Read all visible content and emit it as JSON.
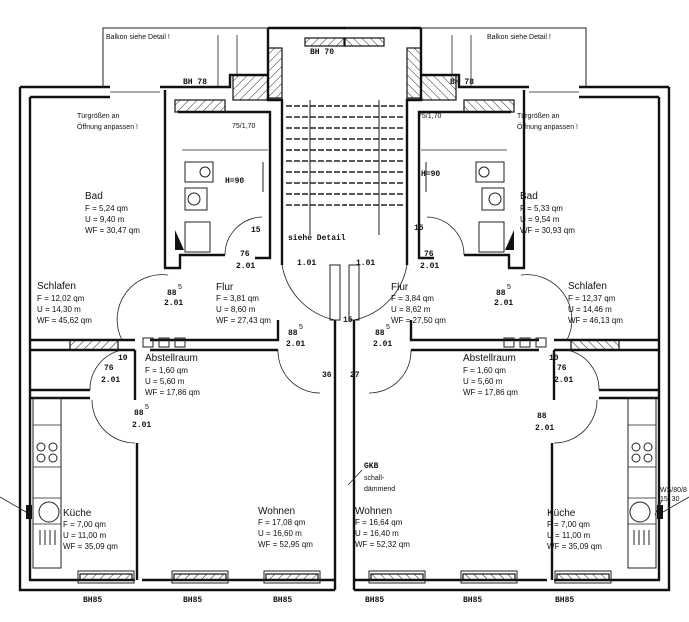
{
  "top": {
    "bh70": "BH 70",
    "balkon_left": "Balkon siehe Detail !",
    "balkon_right": "Balkon siehe Detail !",
    "bh78_left": "BH 78",
    "bh78_right": "BH 78"
  },
  "notes": {
    "tuer_left_1": "Türgrößen an",
    "tuer_left_2": "Öffnung anpassen !",
    "tuer_right_1": "Türgrößen an",
    "tuer_right_2": "Öffnung anpassen !",
    "siehe_detail": "siehe Detail",
    "gkb_1": "GKB",
    "gkb_2": "schall-",
    "gkb_3": "dämmend",
    "ws_1": "WS/80/8",
    "ws_2": "15/ 30"
  },
  "dims": {
    "win_bad_left": "75/1,70",
    "win_bad_right": "75/1,70",
    "h90_left": "H=90",
    "h90_right": "H=90",
    "d15_left": "15",
    "d15_right": "15",
    "d101_left": "1.01",
    "d101_right": "1.01",
    "d15_center": "15",
    "d36": "36",
    "d27": "27",
    "d10_left": "10",
    "d10_right": "10",
    "door_76": "76",
    "door_201": "2.01",
    "door_885": "88",
    "sup5": "5"
  },
  "rooms_left": [
    {
      "name": "Bad",
      "f": "F   =  5,24  qm",
      "u": "U   =  9,40   m",
      "wf": "WF = 30,47  qm"
    },
    {
      "name": "Schlafen",
      "f": "F   = 12,02  qm",
      "u": "U   = 14,30   m",
      "wf": "WF = 45,62  qm"
    },
    {
      "name": "Flur",
      "f": "F   =  3,81  qm",
      "u": "U   =  8,60   m",
      "wf": "WF = 27,43  qm"
    },
    {
      "name": "Abstellraum",
      "f": "F   =  1,60  qm",
      "u": "U   =  5,60   m",
      "wf": "WF = 17,86  qm"
    },
    {
      "name": "Küche",
      "f": "F   =  7,00  qm",
      "u": "U   = 11,00   m",
      "wf": "WF = 35,09  qm"
    },
    {
      "name": "Wohnen",
      "f": "F   = 17,08  qm",
      "u": "U   = 16,60   m",
      "wf": "WF = 52,95  qm"
    }
  ],
  "rooms_right": [
    {
      "name": "Bad",
      "f": "F   =  5,33  qm",
      "u": "U   =  9,54   m",
      "wf": "WF = 30,93  qm"
    },
    {
      "name": "Schlafen",
      "f": "F   = 12,37  qm",
      "u": "U   = 14,46   m",
      "wf": "WF = 46,13  qm"
    },
    {
      "name": "Flur",
      "f": "F   =  3,84  qm",
      "u": "U   =  8,62   m",
      "wf": "WF = 27,50  qm"
    },
    {
      "name": "Abstellraum",
      "f": "F   =  1,60  qm",
      "u": "U   =  5,60   m",
      "wf": "WF = 17,86  qm"
    },
    {
      "name": "Küche",
      "f": "F   =  7,00  qm",
      "u": "U   = 11,00   m",
      "wf": "WF = 35,09  qm"
    },
    {
      "name": "Wohnen",
      "f": "F   = 16,64  qm",
      "u": "U   = 16,40   m",
      "wf": "WF = 52,32  qm"
    }
  ],
  "windows": [
    "BH85",
    "BH85",
    "BH85",
    "BH85",
    "BH85",
    "BH85"
  ]
}
